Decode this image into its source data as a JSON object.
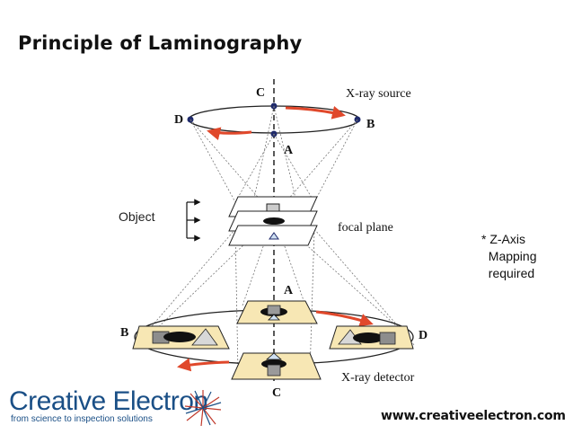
{
  "slide": {
    "title": "Principle of Laminography",
    "note": "* Z-Axis\n  Mapping\n  required",
    "url": "www.creativeelectron.com"
  },
  "diagram": {
    "labels": {
      "c_top": "C",
      "xray_source": "X-ray source",
      "d_top": "D",
      "b_top": "B",
      "a_top": "A",
      "object": "Object",
      "focal_plane": "focal plane",
      "a_bottom": "A",
      "b_bottom": "B",
      "d_bottom": "D",
      "xray_detector": "X-ray detector",
      "c_bottom": "C"
    },
    "colors": {
      "arrow": "#e0482b",
      "source_dot": "#1f2a6b",
      "detector_fill": "#f7e7b4",
      "object_fill": "#cfe0f2"
    }
  },
  "logo": {
    "name": "Creative Electron",
    "tagline": "from science to inspection solutions",
    "icon": "starburst-icon"
  }
}
